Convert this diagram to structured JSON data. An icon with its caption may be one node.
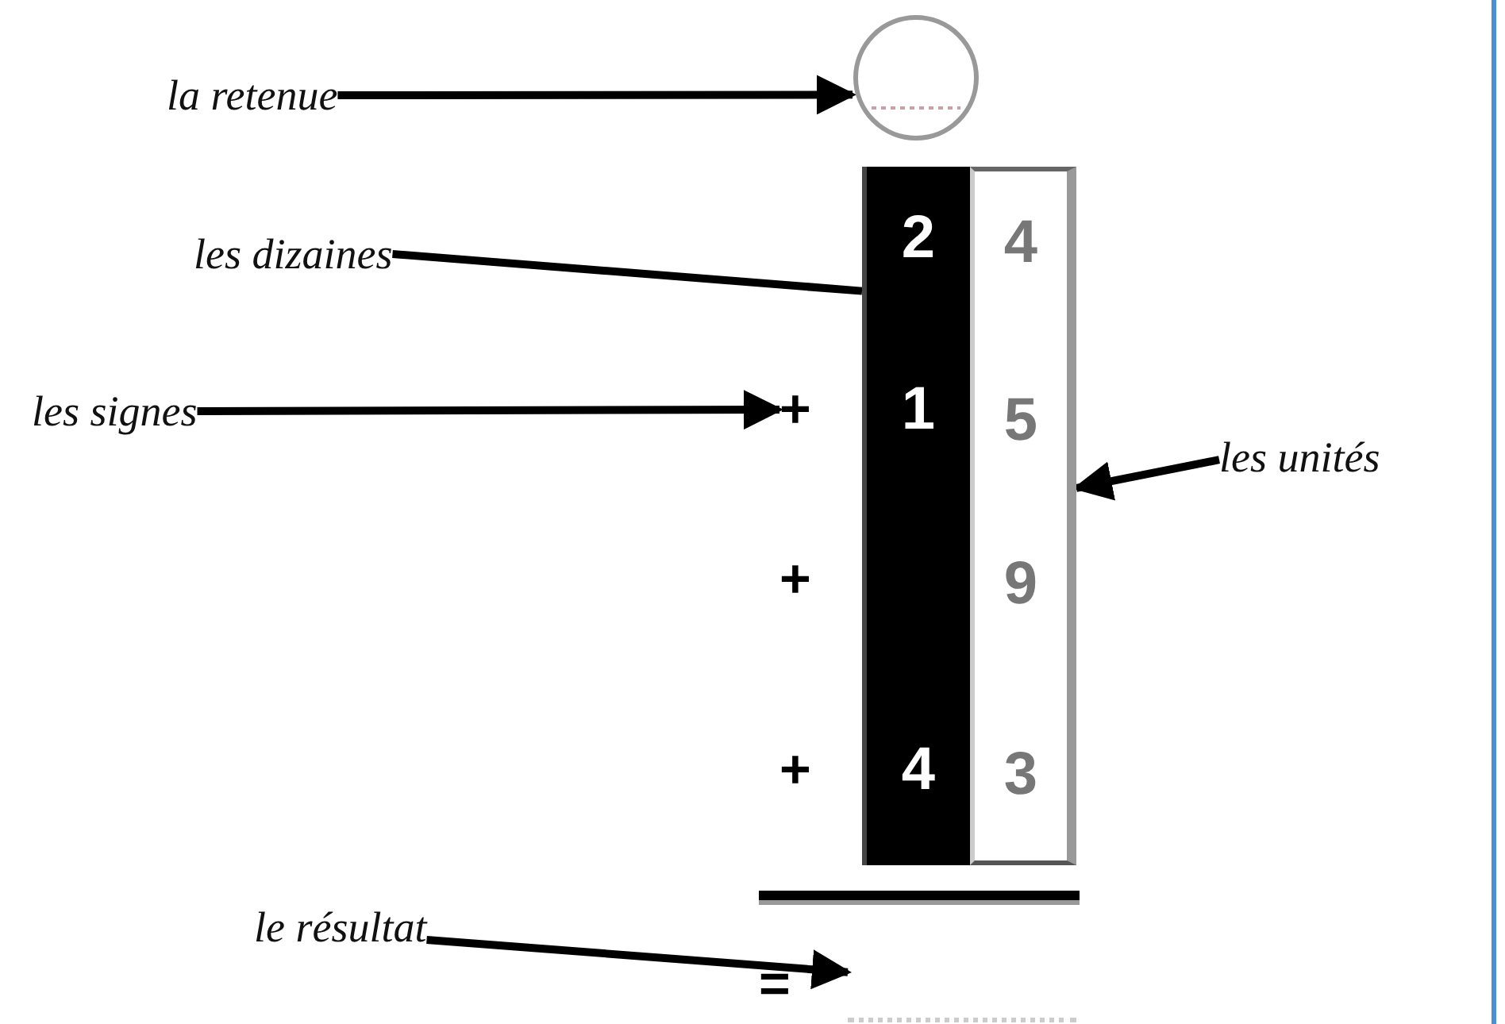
{
  "diagram": {
    "nodes": [
      {
        "text": [
          "la retenue"
        ]
      },
      {
        "text": [],
        "shape": "circle"
      },
      {
        "text": [
          "les dizaines"
        ]
      },
      {
        "text": [
          "2",
          "1",
          "4"
        ]
      },
      {
        "text": [
          "les signes"
        ]
      },
      {
        "text": [
          "+"
        ]
      },
      {
        "text": [
          "les unités"
        ]
      },
      {
        "text": [
          "4",
          "5",
          "9",
          "3"
        ]
      },
      {
        "text": [
          "le résultat"
        ]
      },
      {
        "text": [],
        "shape": "bar"
      }
    ],
    "edges": [
      {
        "from": 0,
        "to": 1,
        "arrow": "to"
      },
      {
        "from": 2,
        "to": 3,
        "arrow": "none"
      },
      {
        "from": 4,
        "to": 5,
        "arrow": "to"
      },
      {
        "from": 6,
        "to": 7,
        "arrow": "to"
      },
      {
        "from": 8,
        "to": 9,
        "arrow": "to"
      }
    ],
    "labels": [
      "+",
      "+",
      "="
    ]
  }
}
